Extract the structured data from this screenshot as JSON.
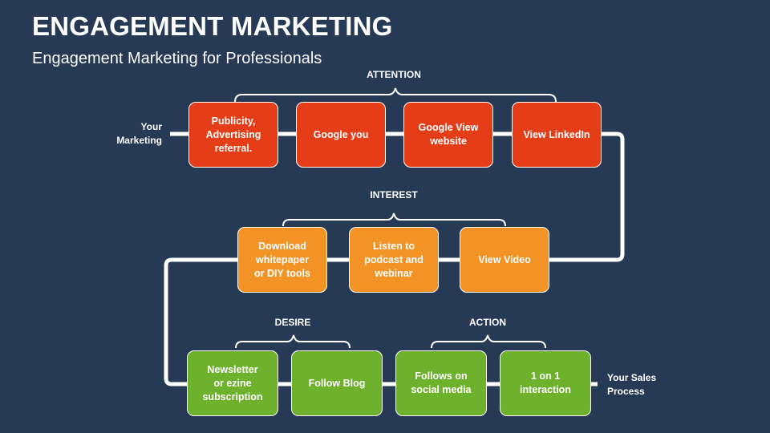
{
  "title": "ENGAGEMENT MARKETING",
  "subtitle": "Engagement Marketing for Professionals",
  "start_label": "Your\nMarketing",
  "end_label": "Your Sales\nProcess",
  "stages": {
    "attention": "ATTENTION",
    "interest": "INTEREST",
    "desire": "DESIRE",
    "action": "ACTION"
  },
  "attention_steps": [
    "Publicity,\nAdvertising\nreferral.",
    "Google you",
    "Google View\nwebsite",
    "View LinkedIn"
  ],
  "interest_steps": [
    "Download\nwhitepaper\nor DIY tools",
    "Listen to\npodcast and\nwebinar",
    "View Video"
  ],
  "desire_steps": [
    "Newsletter\nor ezine\nsubscription",
    "Follow Blog"
  ],
  "action_steps": [
    "Follows on\nsocial media",
    "1 on 1\ninteraction"
  ],
  "colors": {
    "background": "#263a55",
    "attention": "#e53d17",
    "interest": "#f39326",
    "desire_action": "#6eb12d",
    "connector": "#ffffff"
  }
}
